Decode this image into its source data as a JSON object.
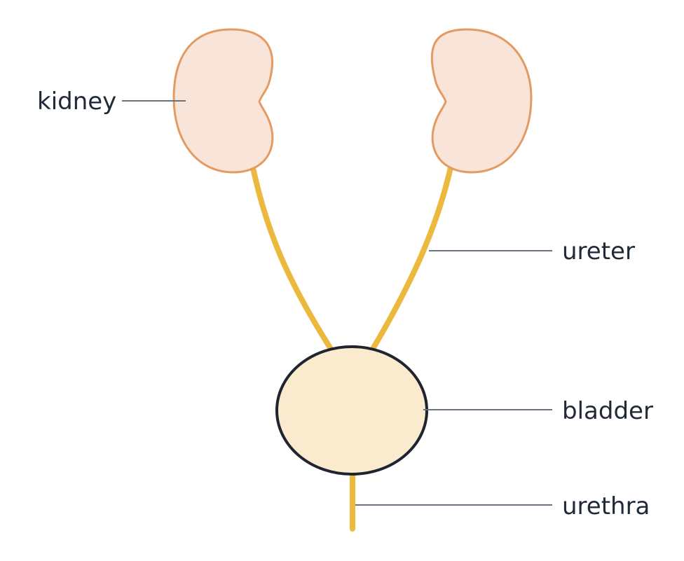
{
  "diagram": {
    "labels": {
      "kidney": "kidney",
      "ureter": "ureter",
      "bladder": "bladder",
      "urethra": "urethra"
    },
    "colors": {
      "kidney_fill": "#f8e4d8",
      "kidney_stroke": "#e39b62",
      "tube": "#eab93e",
      "bladder_fill": "#faebce",
      "bladder_stroke": "#1f2430",
      "leader": "#6b7280",
      "text": "#1f2937"
    }
  }
}
